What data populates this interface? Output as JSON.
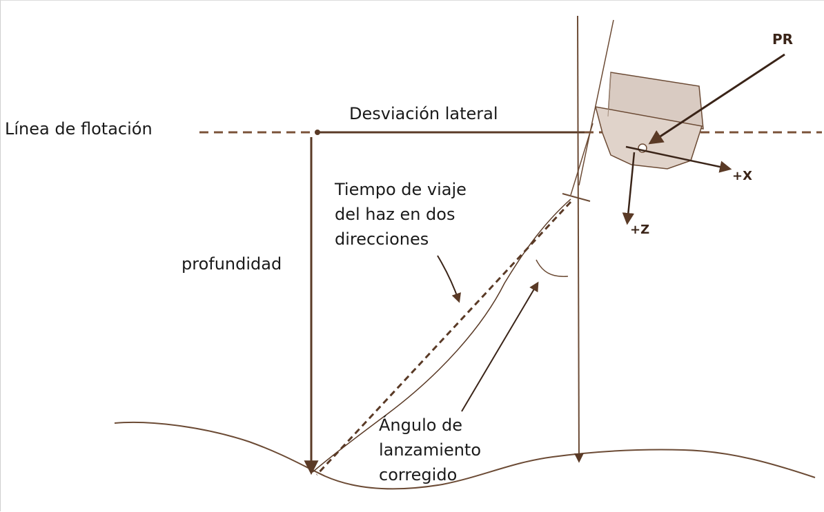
{
  "labels": {
    "waterline": "Línea de flotación",
    "lateral_deviation": "Desviación lateral",
    "depth": "profundidad",
    "travel_time_line1": "Tiempo de viaje",
    "travel_time_line2": "del haz en dos",
    "travel_time_line3": "direcciones",
    "launch_angle_line1": "Ángulo de",
    "launch_angle_line2": "lanzamiento",
    "launch_angle_line3": "corregido",
    "reference_point": "PR",
    "x_axis": "+X",
    "z_axis": "+Z"
  },
  "colors": {
    "line": "#5a3a26",
    "dash": "#7a5238",
    "hull_fill": "#d9cbc2",
    "text": "#1a1a1a"
  }
}
